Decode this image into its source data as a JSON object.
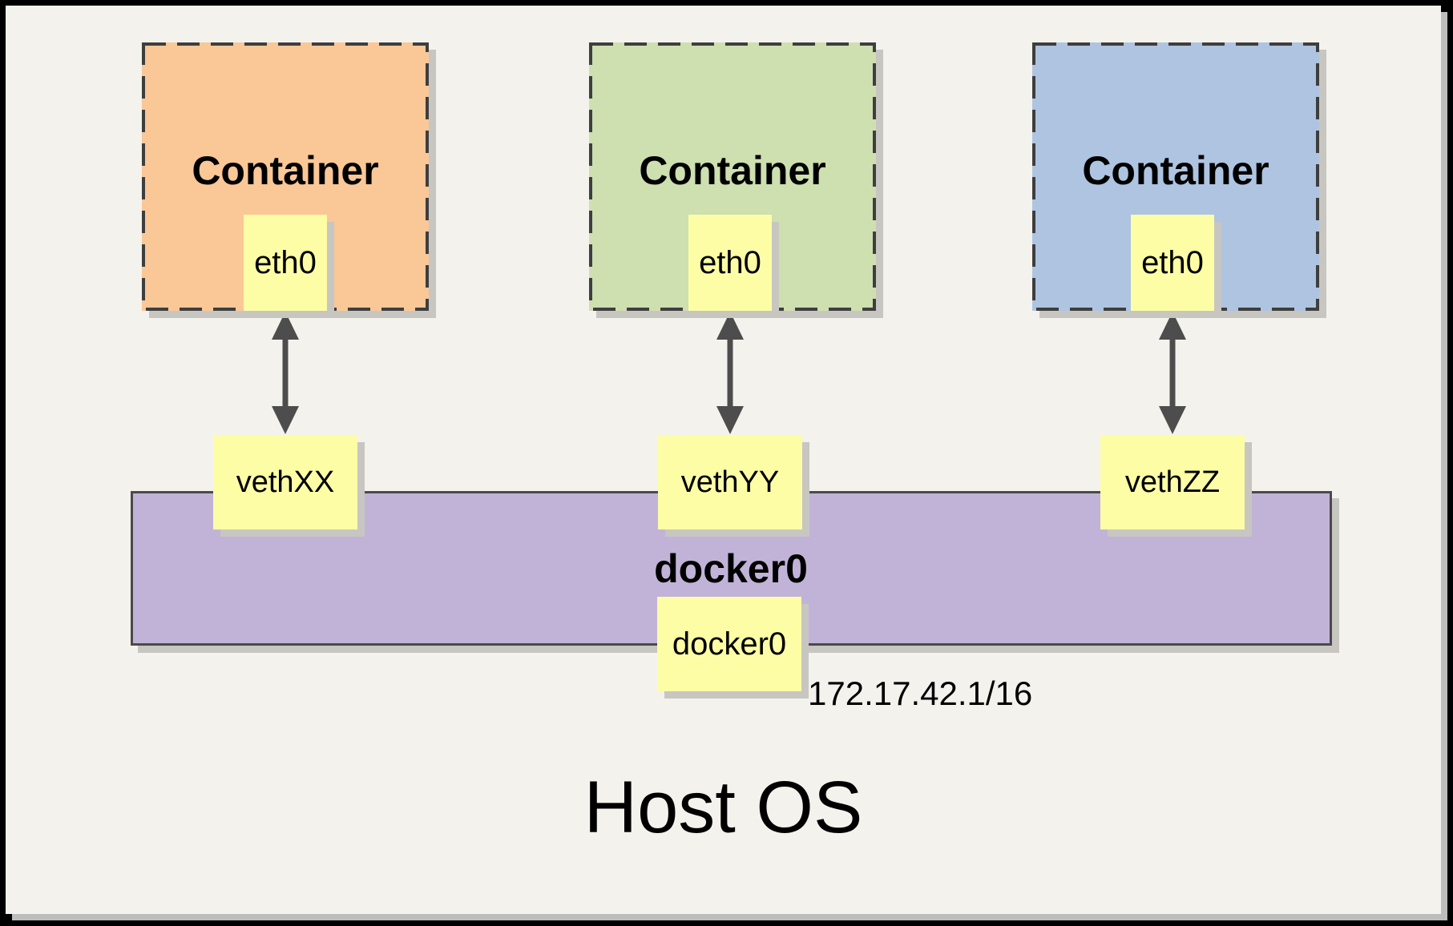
{
  "containers": [
    {
      "label": "Container",
      "eth_label": "eth0",
      "veth_label": "vethXX",
      "fill": "#FAC797"
    },
    {
      "label": "Container",
      "eth_label": "eth0",
      "veth_label": "vethYY",
      "fill": "#CEDFB0"
    },
    {
      "label": "Container",
      "eth_label": "eth0",
      "veth_label": "vethZZ",
      "fill": "#AEC4E1"
    }
  ],
  "bridge": {
    "label": "docker0",
    "device_label": "docker0",
    "ip": "172.17.42.1/16",
    "fill": "#C1B3D7"
  },
  "host": {
    "label": "Host OS"
  },
  "palette": {
    "background": "#F4F2EC",
    "note_yellow": "#FDFDA5",
    "dash_border": "#3E3E3E",
    "arrow_gray": "#4D4D4D",
    "bridge_border": "#4A4A4A",
    "shadow_gray": "#C8C6C1",
    "outer_border": "#000000",
    "outer_shadow": "#BDBDBD"
  }
}
